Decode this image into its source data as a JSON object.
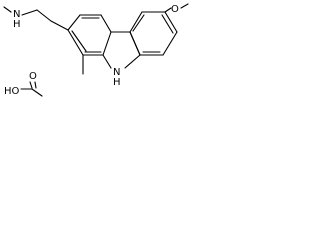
{
  "atom_labels": {
    "methylamine_nitrogen": "N",
    "methylamine_hydrogen": "H",
    "methoxy_oxygen": "O",
    "indole_nh": "N",
    "indole_h": "H",
    "acid_hydroxyl": "HO",
    "acid_oxygen": "O"
  },
  "colors": {
    "ink": "#000000",
    "background": "#ffffff"
  }
}
